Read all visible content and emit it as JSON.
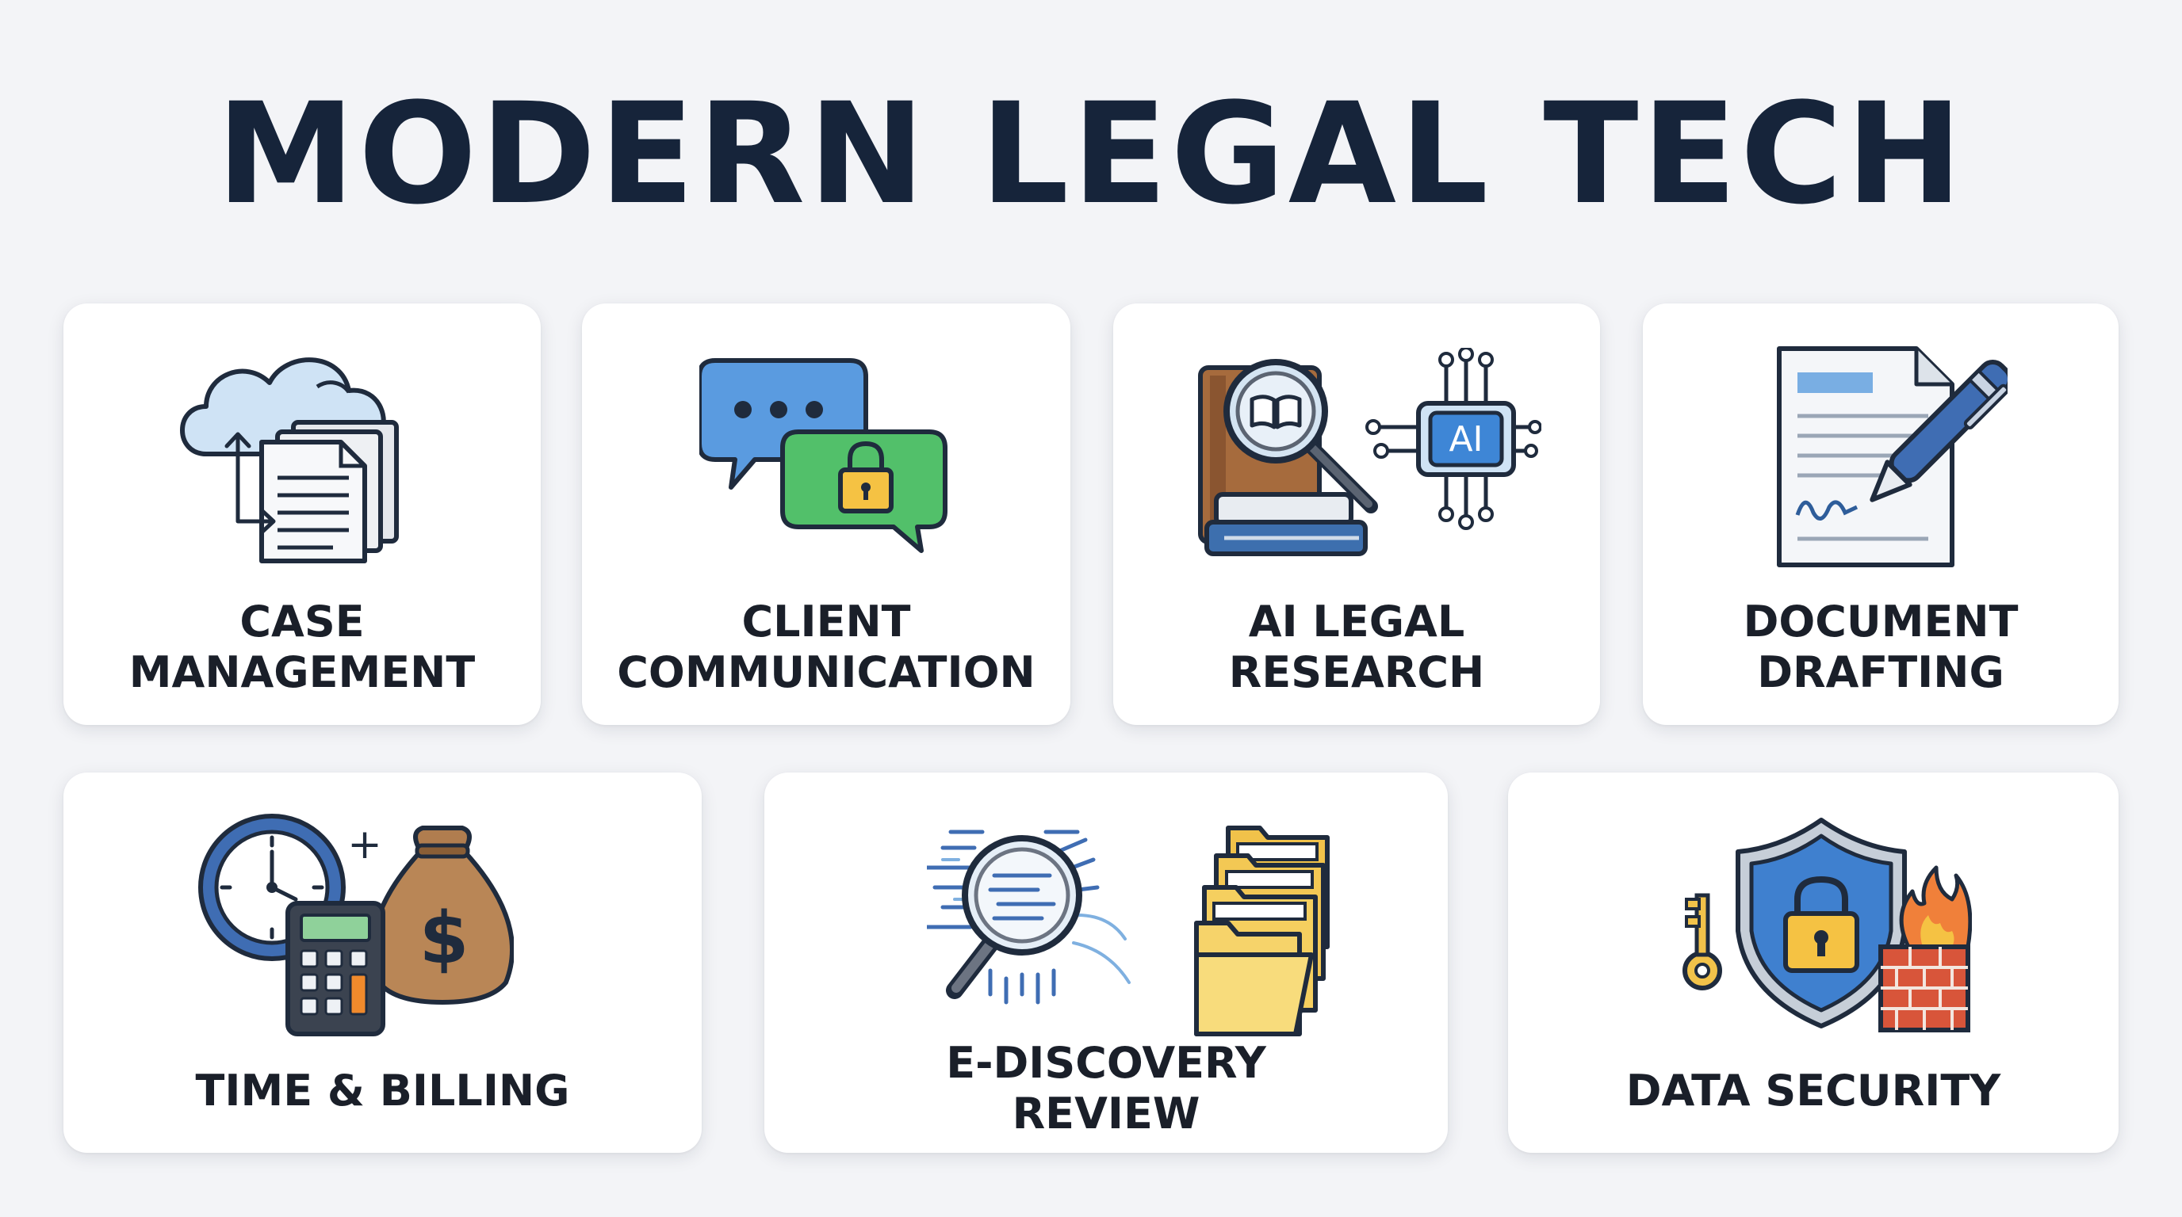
{
  "title": "MODERN LEGAL TECH",
  "cards": [
    {
      "name": "case-management",
      "lines": [
        "CASE",
        "MANAGEMENT"
      ],
      "icon": "cloud-documents-icon"
    },
    {
      "name": "client-communication",
      "lines": [
        "CLIENT",
        "COMMUNICATION"
      ],
      "icon": "chat-bubbles-lock-icon"
    },
    {
      "name": "ai-legal-research",
      "lines": [
        "AI LEGAL",
        "RESEARCH"
      ],
      "icon": "books-magnifier-ai-chip-icon",
      "chip_text": "AI"
    },
    {
      "name": "document-drafting",
      "lines": [
        "DOCUMENT",
        "DRAFTING"
      ],
      "icon": "document-pen-icon"
    },
    {
      "name": "time-billing",
      "lines": [
        "TIME & BILLING"
      ],
      "icon": "clock-calculator-moneybag-icon",
      "plus": "+",
      "currency": "$"
    },
    {
      "name": "e-discovery-review",
      "lines": [
        "E-DISCOVERY",
        "REVIEW"
      ],
      "icon": "magnifier-data-folders-icon"
    },
    {
      "name": "data-security",
      "lines": [
        "DATA SECURITY"
      ],
      "icon": "shield-lock-key-firewall-icon"
    }
  ],
  "colors": {
    "background": "#f3f4f7",
    "title": "#16243a",
    "outline": "#1f2b3d",
    "blue": "#4a90d9",
    "green": "#4cb963",
    "gold": "#f2b632",
    "brown": "#b07d4f",
    "red": "#e05a3a"
  }
}
